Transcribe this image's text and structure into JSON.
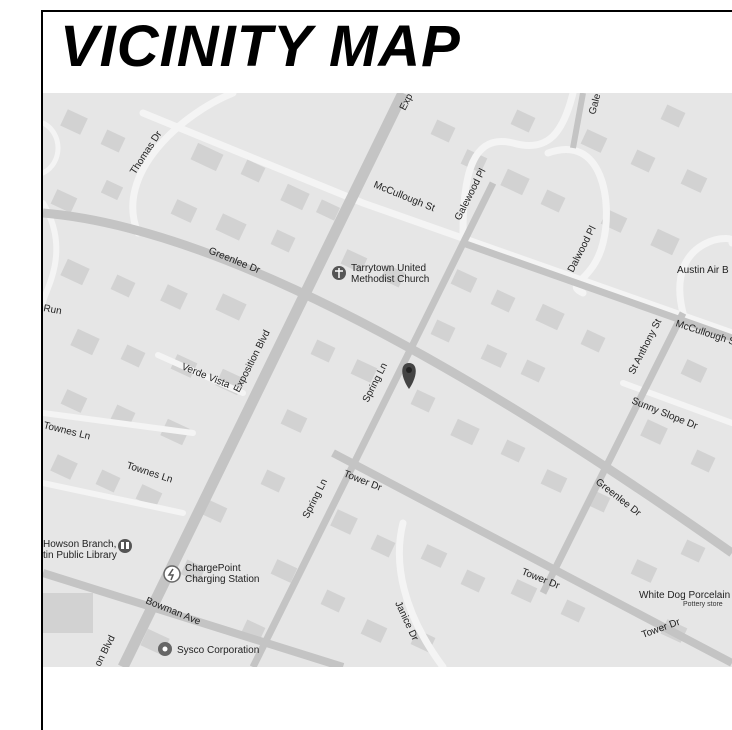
{
  "title": "VICINITY MAP",
  "map": {
    "streets": {
      "thomas_dr": "Thomas Dr",
      "mccullough_st_1": "McCullough St",
      "mccullough_st_2": "McCullough S",
      "galewood_pl": "Galewood Pl",
      "dalwood_pl": "Dalwood Pl",
      "greenlee_dr_1": "Greenlee Dr",
      "greenlee_dr_2": "Greenlee Dr",
      "run": "Run",
      "verde_vista": "Verde Vista",
      "exposition_blvd_1": "Exposition Blvd",
      "exposition_blvd_2": "on Blvd",
      "exp_top": "Exp",
      "spring_ln_1": "Spring Ln",
      "spring_ln_2": "Spring Ln",
      "st_anthony_st": "St Anthony St",
      "sunny_slope_dr": "Sunny Slope Dr",
      "townes_ln_1": "Townes Ln",
      "townes_ln_2": "Townes Ln",
      "tower_dr_1": "Tower Dr",
      "tower_dr_2": "Tower Dr",
      "tower_dr_3": "Tower Dr",
      "janice_dr": "Janice Dr",
      "bowman_ave": "Bowman Ave",
      "galewood_top": "Gale"
    },
    "places": {
      "church_line1": "Tarrytown United",
      "church_line2": "Methodist Church",
      "library_line1": "Howson Branch,",
      "library_line2": "tin Public Library",
      "charge_line1": "ChargePoint",
      "charge_line2": "Charging Station",
      "sysco": "Sysco Corporation",
      "austin_air": "Austin Air B",
      "white_dog": "White Dog Porcelain",
      "white_dog_sub": "Pottery store"
    },
    "icons": [
      "church-icon",
      "library-icon",
      "charging-station-icon",
      "place-icon",
      "location-pin-icon"
    ]
  }
}
